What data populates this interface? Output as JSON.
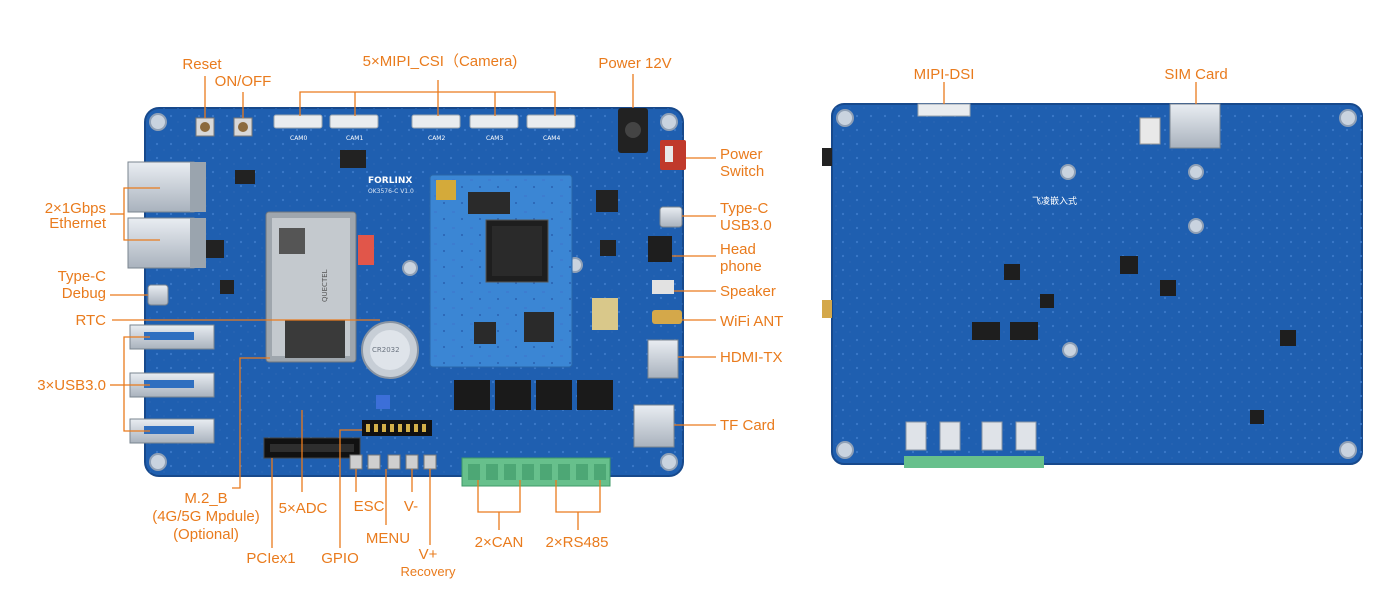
{
  "colors": {
    "accent": "#e97b1d",
    "board": "#1f5fb0",
    "board_dark": "#173f7a",
    "terminal": "#67c08c"
  },
  "front_labels": {
    "reset": "Reset",
    "on_off": "ON/OFF",
    "mipi_csi": "5×MIPI_CSI（Camera)",
    "power_12v": "Power 12V",
    "power_switch_1": "Power",
    "power_switch_2": "Switch",
    "ethernet_1": "2×1Gbps",
    "ethernet_2": "Ethernet",
    "type_c_usb3_1": "Type-C",
    "type_c_usb3_2": "USB3.0",
    "headphone_1": "Head",
    "headphone_2": "phone",
    "type_c_debug_1": "Type-C",
    "type_c_debug_2": "Debug",
    "speaker": "Speaker",
    "rtc": "RTC",
    "wifi_ant": "WiFi ANT",
    "hdmi_tx": "HDMI-TX",
    "usb3": "3×USB3.0",
    "tf_card": "TF Card",
    "m2_1": "M.2_B",
    "m2_2": "(4G/5G Mpdule)",
    "m2_3": "(Optional)",
    "pcie": "PCIex1",
    "adc": "5×ADC",
    "gpio": "GPIO",
    "esc": "ESC",
    "menu": "MENU",
    "v_minus": "V-",
    "v_plus": "V+",
    "recovery": "Recovery",
    "can": "2×CAN",
    "rs485": "2×RS485"
  },
  "back_labels": {
    "mipi_dsi": "MIPI-DSI",
    "sim_card": "SIM Card"
  },
  "board_marks": {
    "brand": "FORLINX",
    "model": "OK3576-C V1.0",
    "module_vendor": "QUECTEL",
    "cam_labels": [
      "CAM0",
      "CAM1",
      "CAM2",
      "CAM3",
      "CAM4"
    ],
    "rtc_battery": "CR2032",
    "back_brand": "飞凌嵌入式"
  }
}
